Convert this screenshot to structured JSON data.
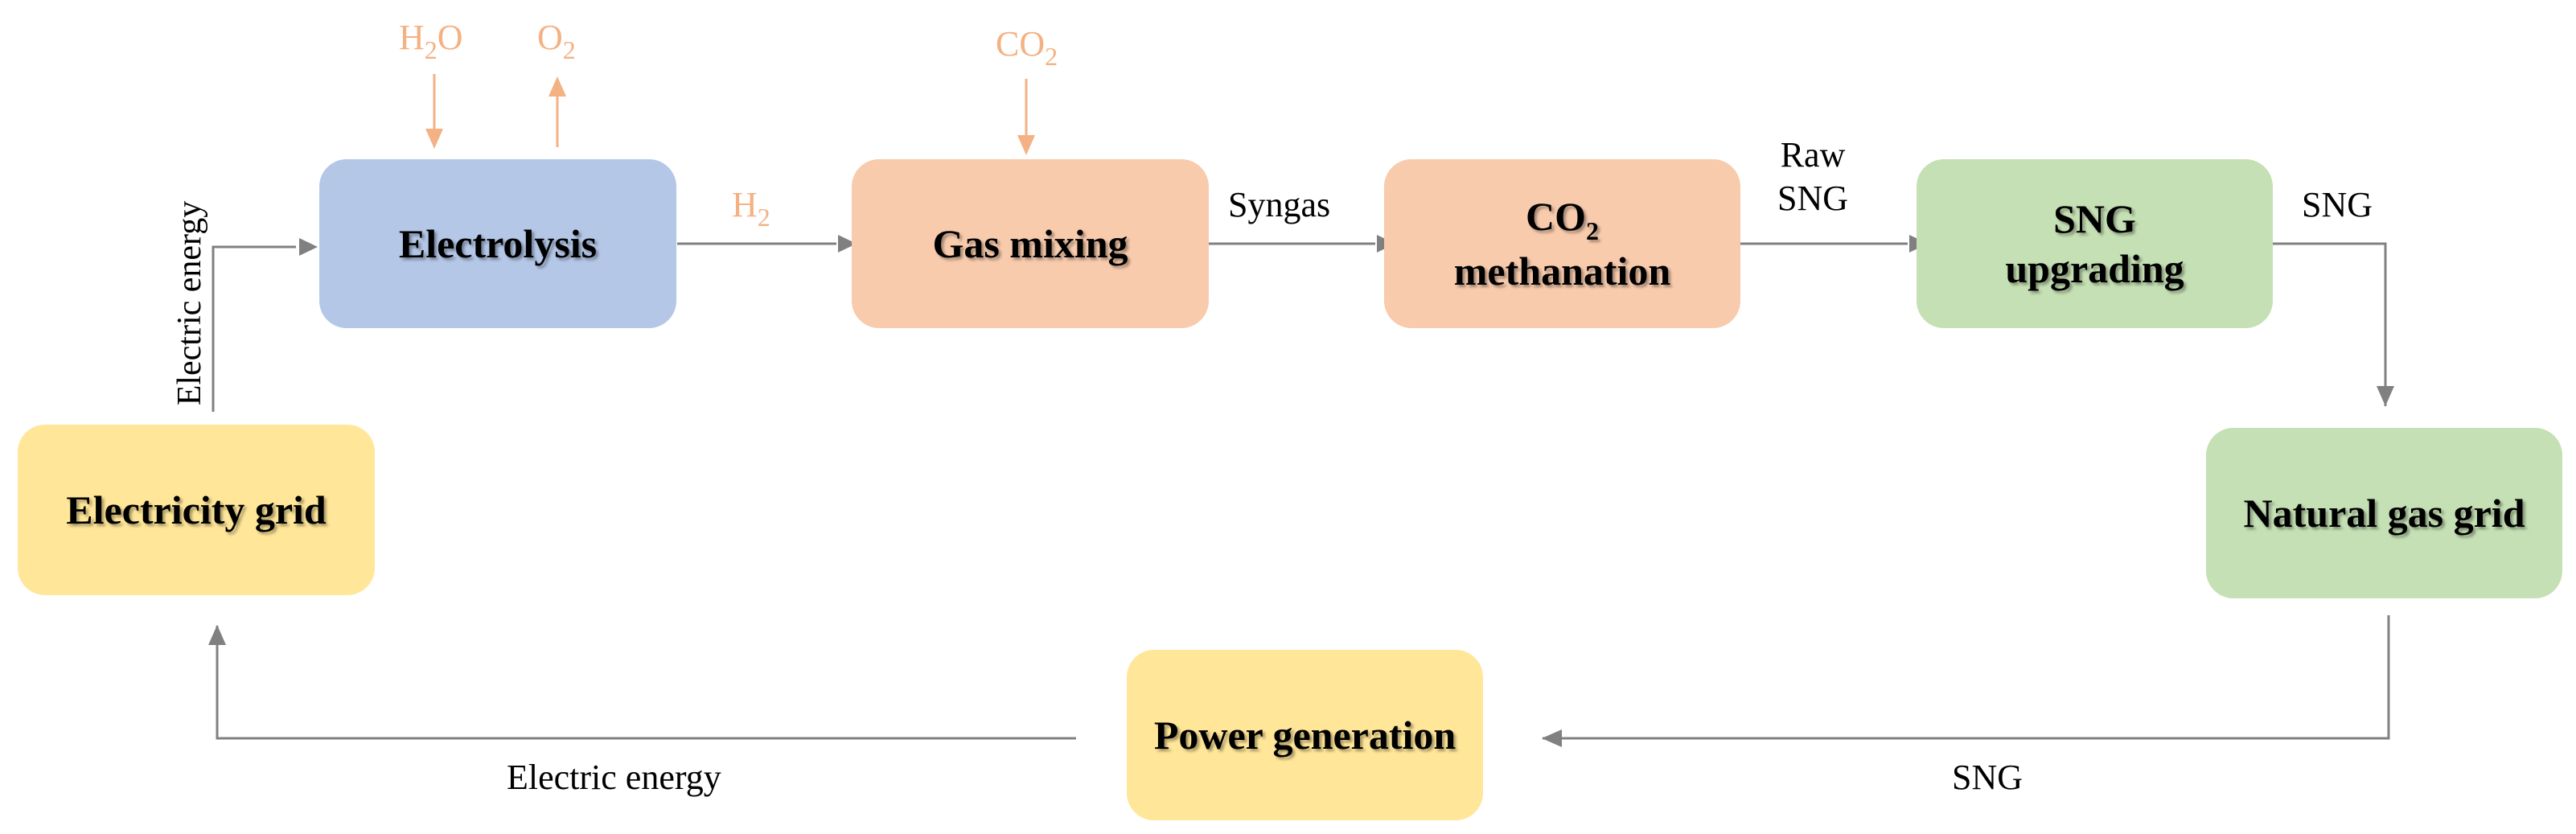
{
  "colors": {
    "blue": "#b4c7e7",
    "orange": "#f8cbad",
    "green": "#c5e0b4",
    "yellow": "#ffe699",
    "arrow_gray": "#808080",
    "input_orange": "#f4b183"
  },
  "boxes": {
    "electrolysis": "Electrolysis",
    "gas_mixing": "Gas mixing",
    "co2_methanation_main": "CO",
    "co2_methanation_sub": "2",
    "co2_methanation_line2": "methanation",
    "sng_upgrading_line1": "SNG",
    "sng_upgrading_line2": "upgrading",
    "electricity_grid": "Electricity grid",
    "natural_gas_grid": "Natural gas grid",
    "power_generation": "Power generation"
  },
  "inputs": {
    "h2o_main": "H",
    "h2o_sub": "2",
    "h2o_tail": "O",
    "o2_main": "O",
    "o2_sub": "2",
    "co2_main": "CO",
    "co2_sub": "2",
    "h2_main": "H",
    "h2_sub": "2"
  },
  "flows": {
    "syngas": "Syngas",
    "raw_sng_line1": "Raw",
    "raw_sng_line2": "SNG",
    "sng_top": "SNG",
    "sng_bottom": "SNG",
    "electric_energy_bottom": "Electric energy",
    "electric_energy_vertical": "Electric energy"
  }
}
